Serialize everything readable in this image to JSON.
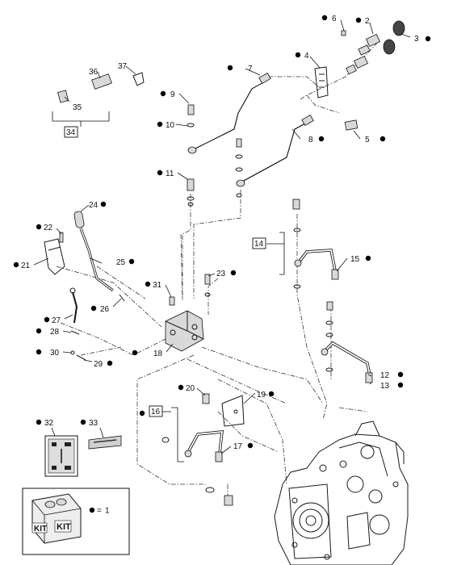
{
  "callouts": [
    "1",
    "2",
    "3",
    "4",
    "5",
    "6",
    "7",
    "8",
    "9",
    "10",
    "11",
    "12",
    "13",
    "14",
    "15",
    "16",
    "17",
    "18",
    "19",
    "20",
    "21",
    "22",
    "23",
    "24",
    "25",
    "26",
    "27",
    "28",
    "29",
    "30",
    "31",
    "32",
    "33",
    "34",
    "35",
    "36",
    "37"
  ],
  "kit": {
    "legend_value": "1",
    "legend_equals": "=",
    "kit_text_1": "KIT",
    "kit_text_2": "KIT"
  }
}
